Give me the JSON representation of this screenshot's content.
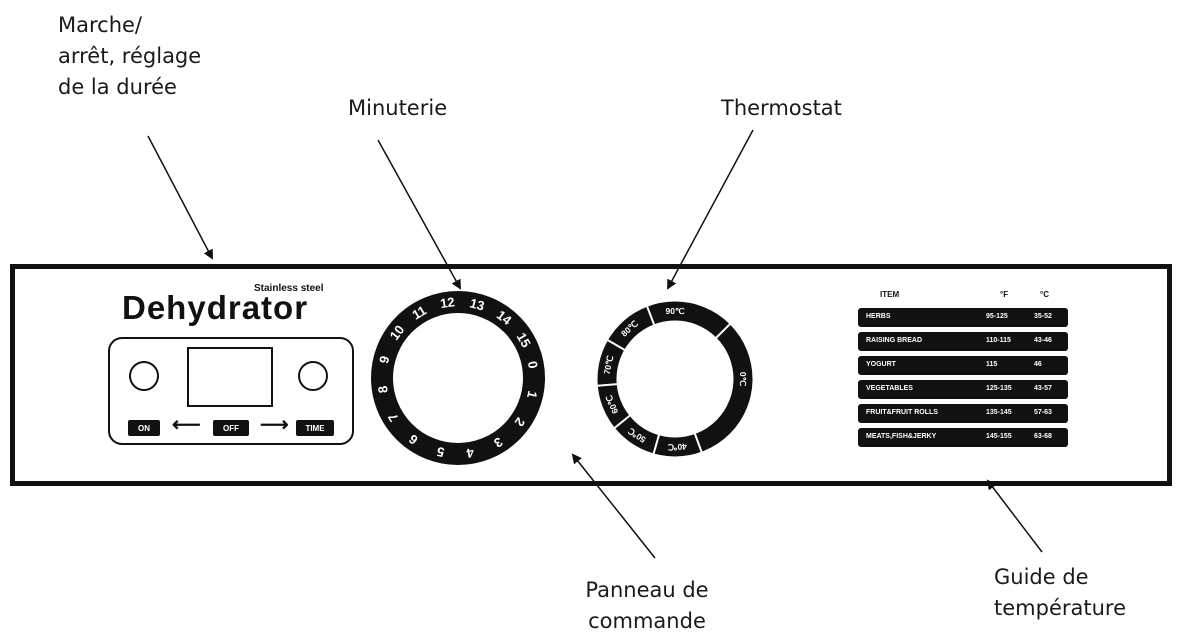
{
  "callouts": {
    "power": "Marche/\narrêt, réglage\nde la durée",
    "timer": "Minuterie",
    "thermostat": "Thermostat",
    "panel": "Panneau de\ncommande",
    "guide": "Guide de\ntempérature"
  },
  "brand": {
    "small": "Stainless steel",
    "name": "Dehydrator"
  },
  "buttons": {
    "on": "ON",
    "off": "OFF",
    "time": "TIME"
  },
  "timer_dial": {
    "numbers": [
      "0",
      "1",
      "2",
      "3",
      "4",
      "5",
      "6",
      "7",
      "8",
      "9",
      "10",
      "11",
      "12",
      "13",
      "14",
      "15"
    ]
  },
  "thermostat_dial": {
    "labels": [
      "90℃",
      "80℃",
      "70℃",
      "60℃",
      "50℃",
      "40℃",
      "0℃"
    ]
  },
  "temp_guide": {
    "headers": {
      "item": "ITEM",
      "f": "°F",
      "c": "°C"
    },
    "rows": [
      {
        "item": "HERBS",
        "f": "95-125",
        "c": "35-52"
      },
      {
        "item": "RAISING BREAD",
        "f": "110-115",
        "c": "43-46"
      },
      {
        "item": "YOGURT",
        "f": "115",
        "c": "46"
      },
      {
        "item": "VEGETABLES",
        "f": "125-135",
        "c": "43-57"
      },
      {
        "item": "FRUIT&FRUIT ROLLS",
        "f": "135-145",
        "c": "57-63"
      },
      {
        "item": "MEATS,FISH&JERKY",
        "f": "145-155",
        "c": "63-68"
      }
    ]
  },
  "colors": {
    "ink": "#111111",
    "background": "#ffffff"
  }
}
